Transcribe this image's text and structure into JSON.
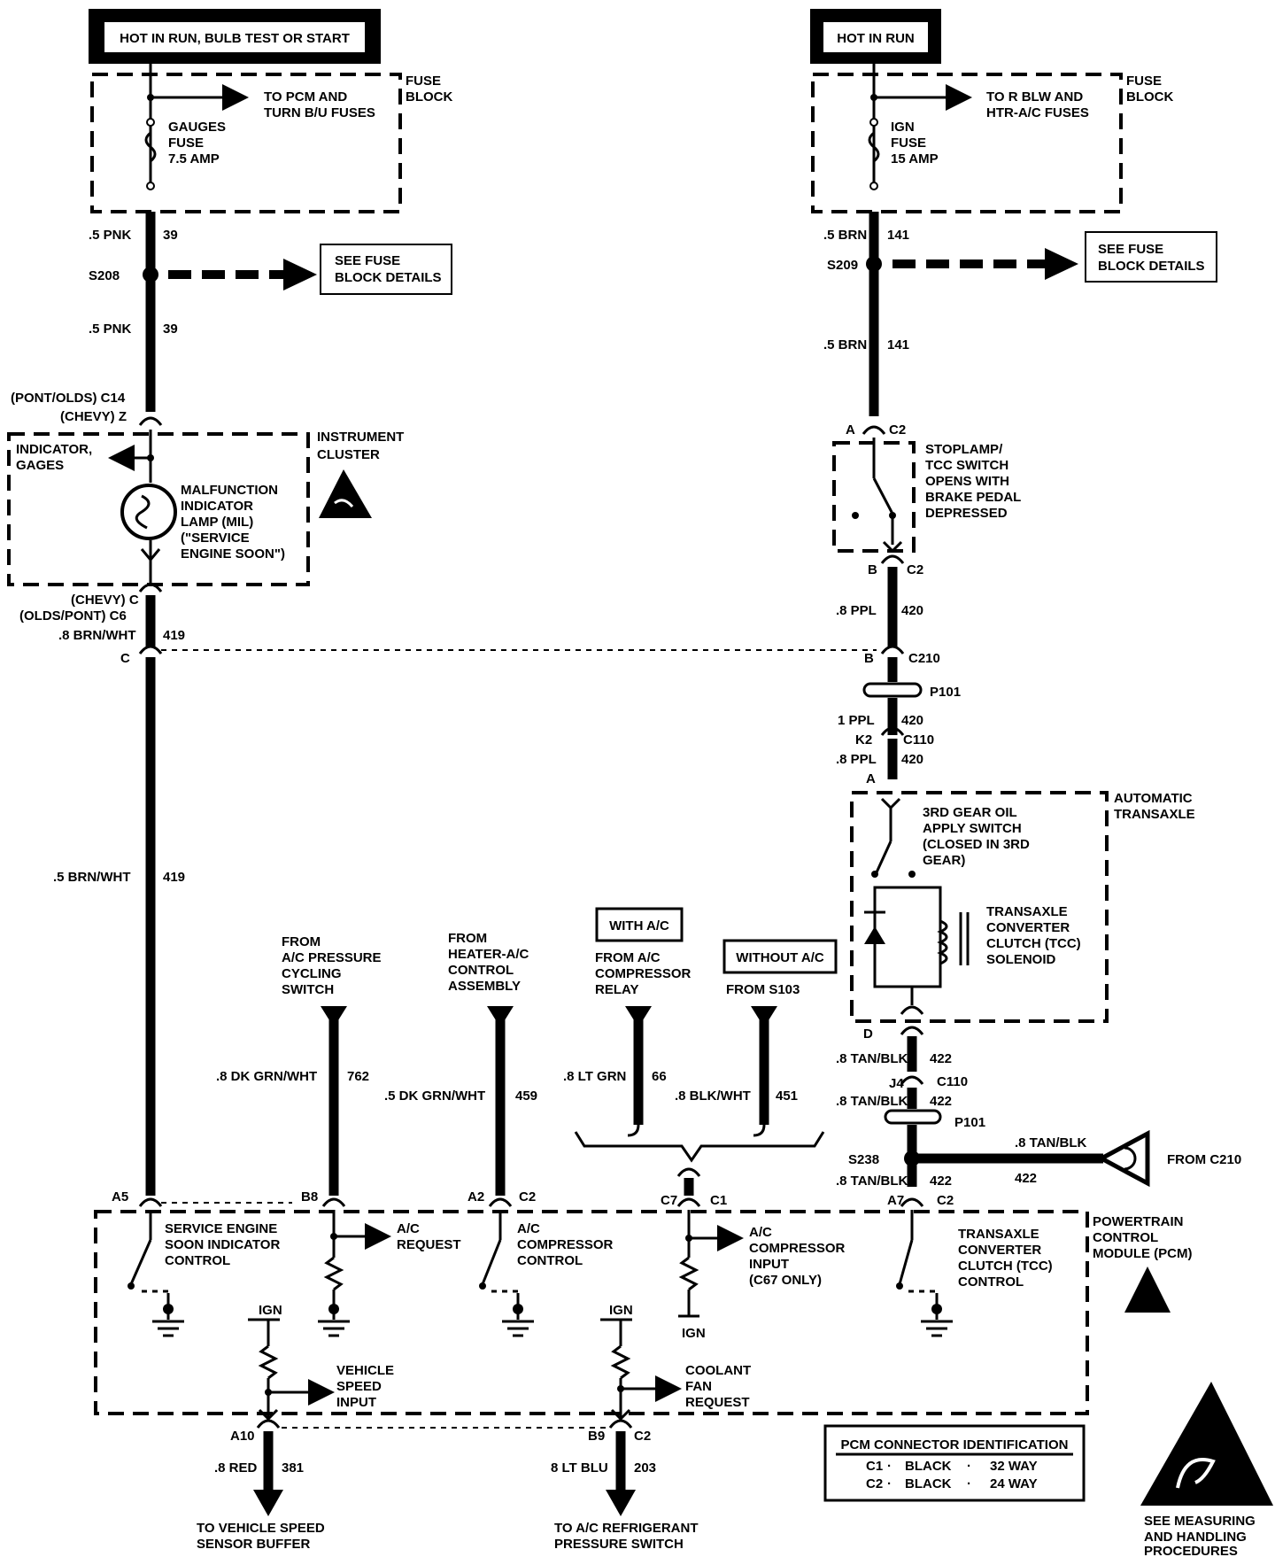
{
  "power": {
    "left_title": "HOT IN RUN, BULB TEST OR START",
    "right_title": "HOT IN RUN"
  },
  "fuse_left": {
    "block_label": [
      "FUSE",
      "BLOCK"
    ],
    "feed": [
      "TO PCM AND",
      "TURN B/U FUSES"
    ],
    "fuse": [
      "GAUGES",
      "FUSE",
      "7.5 AMP"
    ]
  },
  "fuse_right": {
    "block_label": [
      "FUSE",
      "BLOCK"
    ],
    "feed": [
      "TO R BLW AND",
      "HTR-A/C FUSES"
    ],
    "fuse": [
      "IGN",
      "FUSE",
      "15 AMP"
    ]
  },
  "wires": {
    "pnk_a": ".5 PNK",
    "pnk_a_num": "39",
    "pnk_b": ".5 PNK",
    "pnk_b_num": "39",
    "brn_a": ".5 BRN",
    "brn_a_num": "141",
    "brn_b": ".5 BRN",
    "brn_b_num": "141",
    "brnwht_a": ".8 BRN/WHT",
    "brnwht_a_num": "419",
    "brnwht_b": ".5 BRN/WHT",
    "brnwht_b_num": "419",
    "ppl_a": ".8 PPL",
    "ppl_a_num": "420",
    "ppl_b": "1 PPL",
    "ppl_b_num": "420",
    "ppl_c": ".8 PPL",
    "ppl_c_num": "420",
    "tan_a": ".8 TAN/BLK",
    "tan_a_num": "422",
    "tan_b": ".8 TAN/BLK",
    "tan_b_num": "422",
    "tan_c": ".8 TAN/BLK",
    "tan_c_num": "422",
    "tan_d": ".8 TAN/BLK",
    "tan_d_num": "422",
    "dkgrn_a": ".8 DK GRN/WHT",
    "dkgrn_a_num": "762",
    "dkgrn_b": ".5 DK GRN/WHT",
    "dkgrn_b_num": "459",
    "ltgrn": ".8 LT GRN",
    "ltgrn_num": "66",
    "blkwht": ".8 BLK/WHT",
    "blkwht_num": "451",
    "red": ".8 RED",
    "red_num": "381",
    "ltblu": "8 LT BLU",
    "ltblu_num": "203"
  },
  "splices": {
    "s208": "S208",
    "s209": "S209",
    "s238": "S238",
    "see_fuse": [
      "SEE FUSE",
      "BLOCK DETAILS"
    ]
  },
  "connectors": {
    "pont_c14": "(PONT/OLDS)  C14",
    "chevy_z": "(CHEVY)  Z",
    "chevy_c": "(CHEVY)  C",
    "olds_c6": "(OLDS/PONT)  C6",
    "c": "C",
    "a": "A",
    "c2_a": "C2",
    "b": "B",
    "c2_b": "C2",
    "b_c210": "B",
    "c210": "C210",
    "p101_a": "P101",
    "k2": "K2",
    "c110_a": "C110",
    "a2": "A",
    "d": "D",
    "j4": "J4",
    "c110_b": "C110",
    "p101_b": "P101",
    "from_c210": "FROM C210",
    "a5": "A5",
    "b8": "B8",
    "a2_pin": "A2",
    "c2_pin": "C2",
    "c7": "C7",
    "c1": "C1",
    "a7": "A7",
    "c2_pin_b": "C2",
    "a10": "A10",
    "b9": "B9",
    "c2_pin_c": "C2"
  },
  "cluster": {
    "label": [
      "INSTRUMENT",
      "CLUSTER"
    ],
    "indicator": [
      "INDICATOR,",
      "GAGES"
    ],
    "mil": [
      "MALFUNCTION",
      "INDICATOR",
      "LAMP  (MIL)",
      "(\"SERVICE",
      "ENGINE SOON\")"
    ]
  },
  "stoplamp": [
    "STOPLAMP/",
    "TCC SWITCH",
    "OPENS WITH",
    "BRAKE PEDAL",
    "DEPRESSED"
  ],
  "transaxle": {
    "label": [
      "AUTOMATIC",
      "TRANSAXLE"
    ],
    "switch": [
      "3RD GEAR OIL",
      "APPLY SWITCH",
      "(CLOSED IN 3RD",
      "GEAR)"
    ],
    "solenoid": [
      "TRANSAXLE",
      "CONVERTER",
      "CLUTCH (TCC)",
      "SOLENOID"
    ]
  },
  "inputs": {
    "pressure": [
      "FROM",
      "A/C PRESSURE",
      "CYCLING",
      "SWITCH"
    ],
    "heater": [
      "FROM",
      "HEATER-A/C",
      "CONTROL",
      "ASSEMBLY"
    ],
    "with_ac": "WITH A/C",
    "relay": [
      "FROM  A/C",
      "COMPRESSOR",
      "RELAY"
    ],
    "without_ac": "WITHOUT A/C",
    "s103": "FROM S103"
  },
  "pcm": {
    "label": [
      "POWERTRAIN",
      "CONTROL",
      "MODULE (PCM)"
    ],
    "ses": [
      "SERVICE ENGINE",
      "SOON INDICATOR",
      "CONTROL"
    ],
    "ac_request": [
      "A/C",
      "REQUEST"
    ],
    "ac_comp": [
      "A/C",
      "COMPRESSOR",
      "CONTROL"
    ],
    "ac_input": [
      "A/C",
      "COMPRESSOR",
      "INPUT",
      "(C67 ONLY)"
    ],
    "tcc": [
      "TRANSAXLE",
      "CONVERTER",
      "CLUTCH (TCC)",
      "CONTROL"
    ],
    "vss": [
      "VEHICLE",
      "SPEED",
      "INPUT"
    ],
    "fan": [
      "COOLANT",
      "FAN",
      "REQUEST"
    ],
    "ign": "IGN"
  },
  "outputs": {
    "vss": [
      "TO VEHICLE SPEED",
      "SENSOR BUFFER"
    ],
    "refrig": [
      "TO A/C REFRIGERANT",
      "PRESSURE SWITCH"
    ]
  },
  "pcm_id": {
    "title": "PCM CONNECTOR IDENTIFICATION",
    "rows": [
      {
        "c": "C1",
        "color": "BLACK",
        "way": "32 WAY"
      },
      {
        "c": "C2",
        "color": "BLACK",
        "way": "24 WAY"
      }
    ]
  },
  "esd_note": [
    "SEE MEASURING",
    "AND HANDLING",
    "PROCEDURES"
  ]
}
